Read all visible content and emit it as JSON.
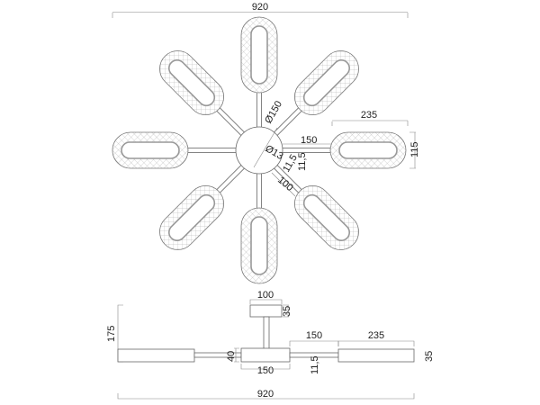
{
  "top_view": {
    "overall_width": "920",
    "hub_diameter": "Ø150",
    "center_hole": "Ø13",
    "lamp_length": "235",
    "lamp_width": "115",
    "arm_length": "150",
    "arm_width_a": "11,5",
    "arm_width_b": "11,5",
    "arm_offset": "100",
    "lamp_count": 8
  },
  "side_view": {
    "canopy_width": "100",
    "canopy_height": "35",
    "total_height": "175",
    "arm_length": "150",
    "lamp_length": "235",
    "lamp_height": "35",
    "hub_height": "40",
    "hub_width": "150",
    "arm_thickness": "11,5",
    "overall_width": "920"
  }
}
